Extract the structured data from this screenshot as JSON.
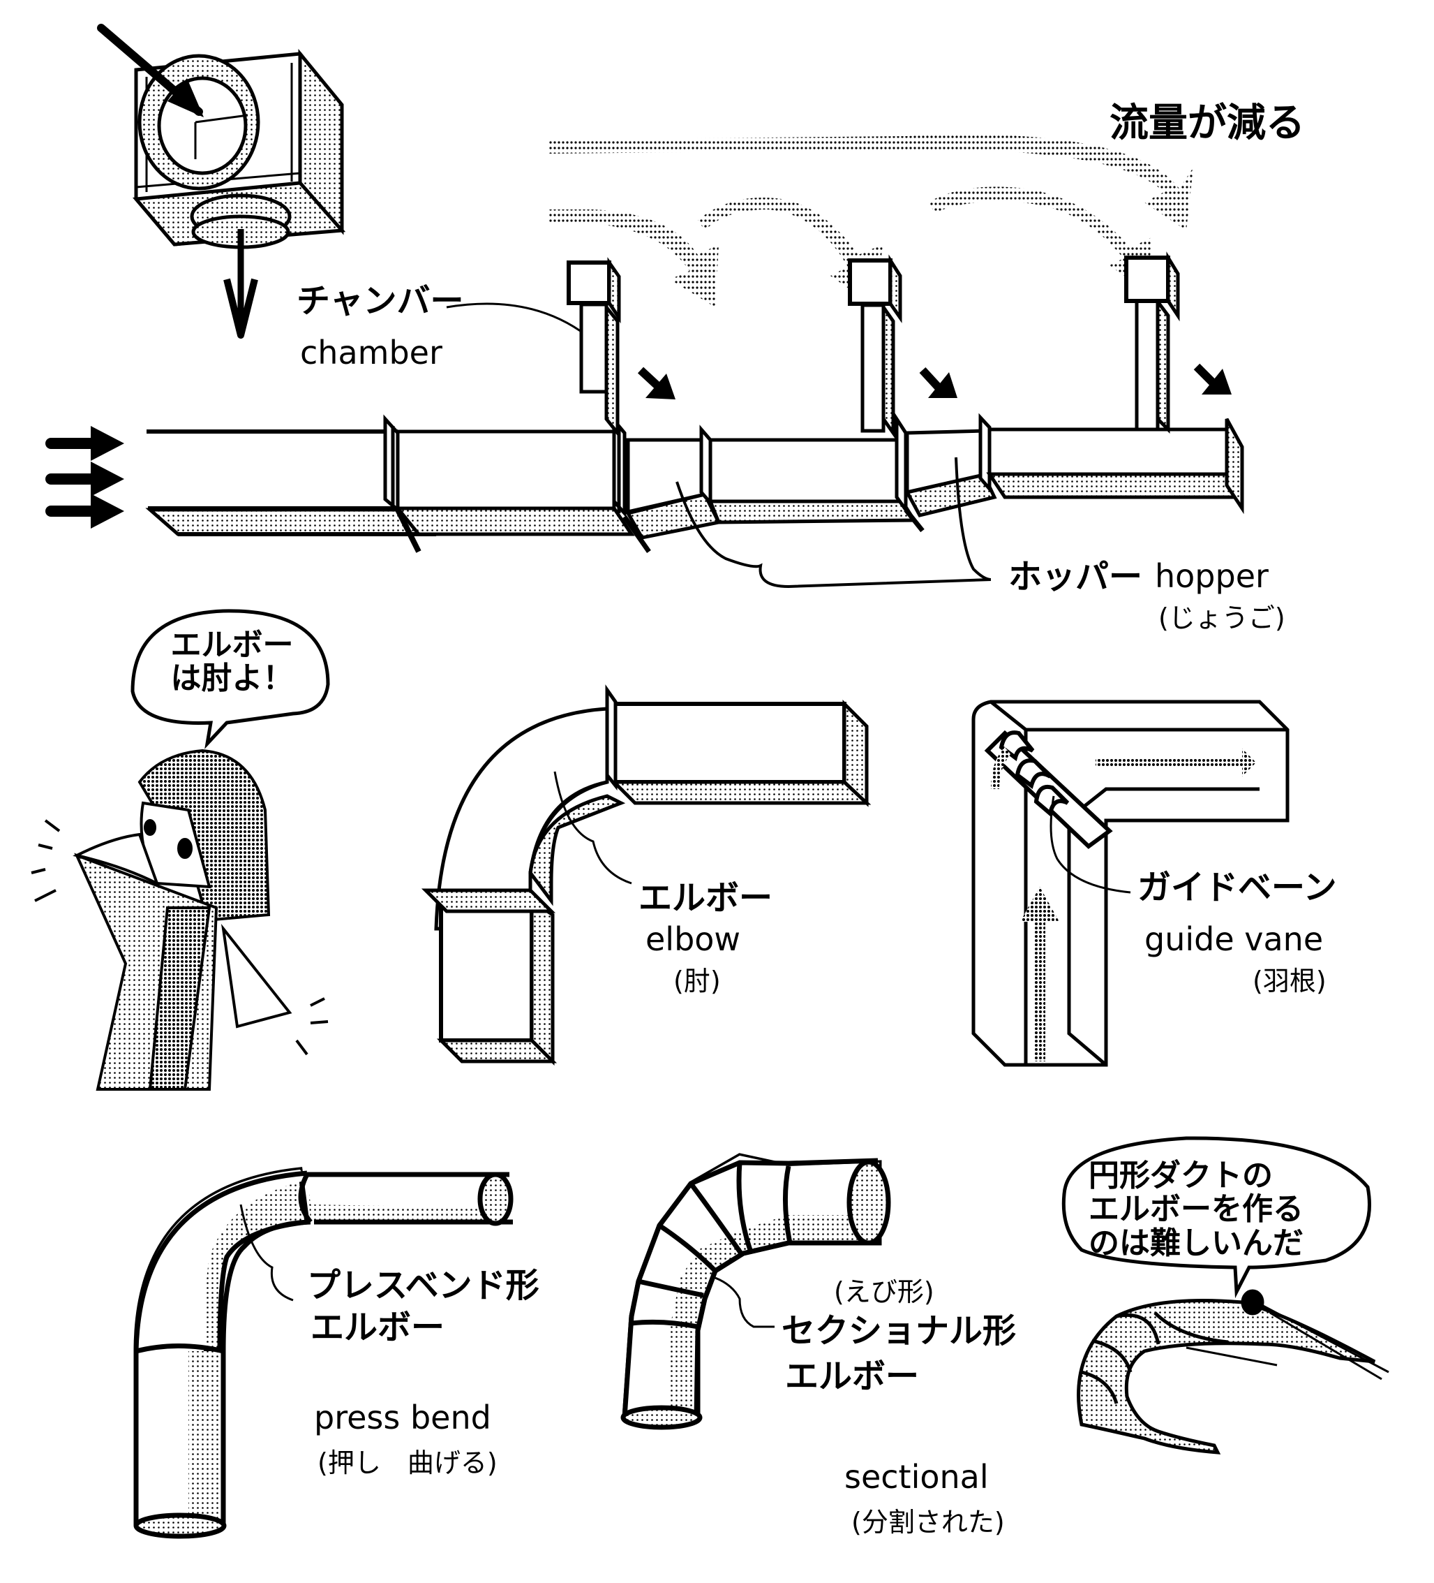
{
  "title": "Duct fittings: chamber, hopper, elbow, guide vane, press bend and sectional elbows",
  "colors": {
    "ink": "#000000",
    "paper": "#ffffff",
    "screen_tone": "#9a9a9a",
    "light_tone": "#d4d4d4"
  },
  "flow_annotation": {
    "text": "流量が減る",
    "meaning": "flow rate decreases"
  },
  "chamber": {
    "label_jp": "チャンバー",
    "label_en": "chamber"
  },
  "hopper": {
    "label_jp": "ホッパー",
    "label_en": "hopper",
    "reading": "(じょうご)"
  },
  "woman_bubble": {
    "line1": "エルボー",
    "line2": "は肘よ！"
  },
  "elbow": {
    "label_jp": "エルボー",
    "label_en": "elbow",
    "reading": "(肘)"
  },
  "guide_vane": {
    "label_jp": "ガイドベーン",
    "label_en": "guide vane",
    "reading": "(羽根)"
  },
  "press_bend": {
    "label_jp_1": "プレスベンド形",
    "label_jp_2": "エルボー",
    "label_en": "press bend",
    "reading": "(押し　曲げる)"
  },
  "sectional": {
    "nickname": "(えび形)",
    "label_jp_1": "セクショナル形",
    "label_jp_2": "エルボー",
    "label_en": "sectional",
    "reading": "(分割された)"
  },
  "shrimp_bubble": {
    "line1": "円形ダクトの",
    "line2": "エルボーを作る",
    "line3": "のは難しいんだ"
  },
  "icons": {
    "inflow_arrows": "right-arrow-icon x3",
    "outlet_arrows": "down-right-arrow-icon x3",
    "chamber_inlet": "down-right-arrow-icon",
    "chamber_outlet": "down-arrow-icon"
  }
}
